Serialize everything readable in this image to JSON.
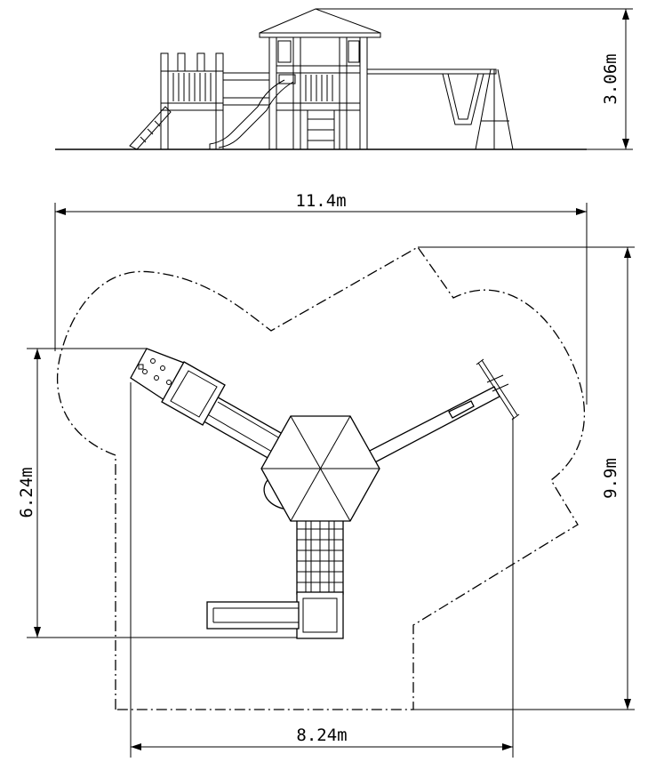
{
  "dimensions": {
    "height": "3.06m",
    "total_width": "11.4m",
    "total_depth": "9.9m",
    "side_depth": "6.24m",
    "bottom_width": "8.24m"
  }
}
